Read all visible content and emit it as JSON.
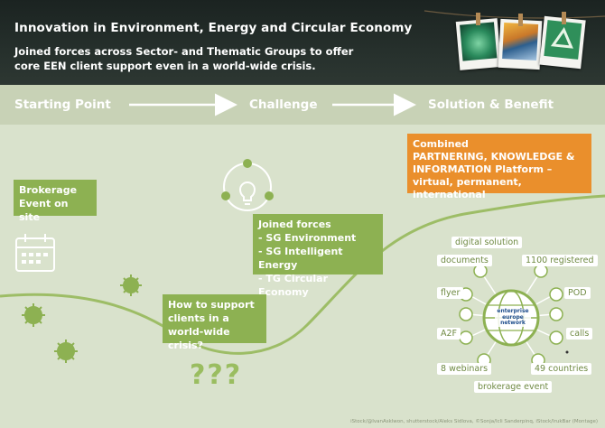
{
  "header": {
    "title": "Innovation in Environment, Energy and Circular Economy",
    "subtitle_lines": [
      "Joined forces across Sector- and Thematic Groups to offer",
      "core EEN client support even in a world-wide crisis."
    ]
  },
  "stages": {
    "start": "Starting Point",
    "challenge": "Challenge",
    "solution": "Solution & Benefit"
  },
  "boxes": {
    "brokerage": [
      "Brokerage",
      "Event on site"
    ],
    "joined": [
      "Joined forces",
      " - SG Environment",
      " - SG Intelligent Energy",
      " - TG Circular Economy"
    ],
    "question": [
      "How to support",
      "clients in a",
      "world-wide crisis?"
    ],
    "combined": [
      "Combined",
      "PARTNERING, KNOWLEDGE &",
      "INFORMATION Platform –",
      "virtual, permanent, international"
    ]
  },
  "question_marks": "???",
  "hub_labels": {
    "digital": "digital solution",
    "documents": "documents",
    "registered": "1100 registered",
    "flyer": "flyer",
    "pod": "POD",
    "a2f": "A2F",
    "calls": "calls",
    "webinars": "8 webinars",
    "countries": "49 countries",
    "brokerage": "brokerage event"
  },
  "logo_text": [
    "enterprise",
    "europe",
    "network"
  ],
  "credit": "iStock/@IvanAsklwon, shutterstock/Aleks Sidlova, ©Sonja/Icli Sanderpinq, iStock/IrukBar (Montage)",
  "colors": {
    "green": "#8db152",
    "orange": "#ea8f2c",
    "header": "#232b28",
    "background": "#d9e2cc"
  }
}
